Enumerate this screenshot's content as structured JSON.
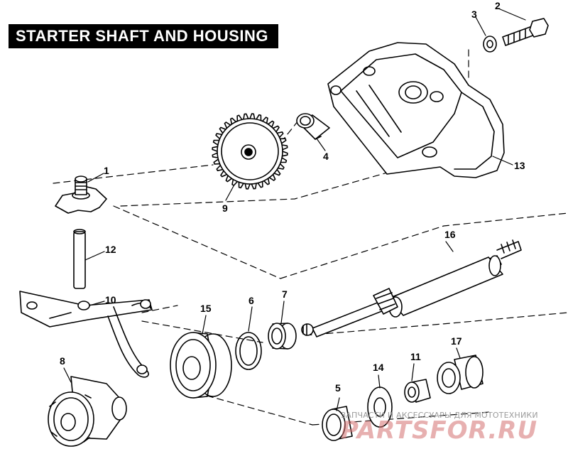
{
  "title": "STARTER SHAFT AND HOUSING",
  "callouts": {
    "p1": "1",
    "p2": "2",
    "p3": "3",
    "p4": "4",
    "p5": "5",
    "p6": "6",
    "p7": "7",
    "p8": "8",
    "p9": "9",
    "p10": "10",
    "p11": "11",
    "p12": "12",
    "p13": "13",
    "p14": "14",
    "p15": "15",
    "p16": "16",
    "p17": "17"
  },
  "watermark": {
    "tagline": "ЗАПЧАСТИ И АКСЕССУАРЫ ДЛЯ МОТОТЕХНИКИ",
    "logo": "PARTSFOR.RU"
  },
  "colors": {
    "ink": "#000000",
    "paper": "#ffffff",
    "watermark": "#d47070"
  }
}
